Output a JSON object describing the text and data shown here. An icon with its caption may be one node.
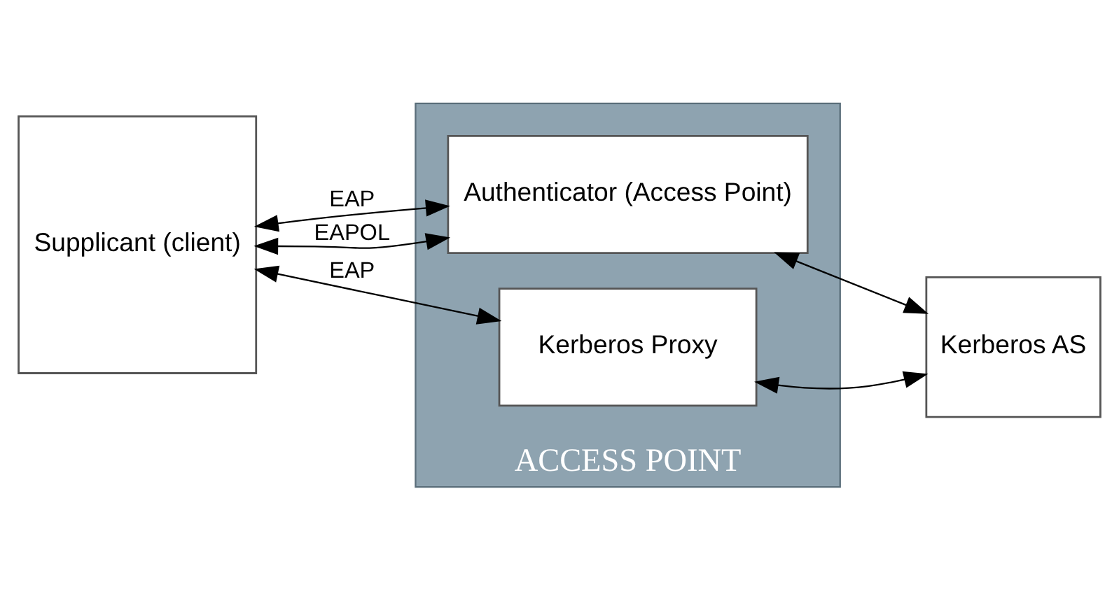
{
  "diagram": {
    "nodes": [
      {
        "text": [
          "Supplicant (client)"
        ]
      },
      {
        "text": [
          "ACCESS POINT"
        ]
      },
      {
        "text": [
          "Authenticator (Access Point)"
        ],
        "in": 1
      },
      {
        "text": [
          "Kerberos Proxy"
        ],
        "in": 1
      },
      {
        "text": [
          "Kerberos AS"
        ]
      }
    ],
    "edges": [
      {
        "from": 0,
        "to": 2,
        "arrow": "both",
        "label": "EAP"
      },
      {
        "from": 0,
        "to": 2,
        "arrow": "both",
        "label": "EAPOL"
      },
      {
        "from": 0,
        "to": 3,
        "arrow": "both",
        "label": "EAP"
      },
      {
        "from": 4,
        "to": 2,
        "arrow": "both"
      },
      {
        "from": 4,
        "to": 3,
        "arrow": "both"
      }
    ]
  }
}
